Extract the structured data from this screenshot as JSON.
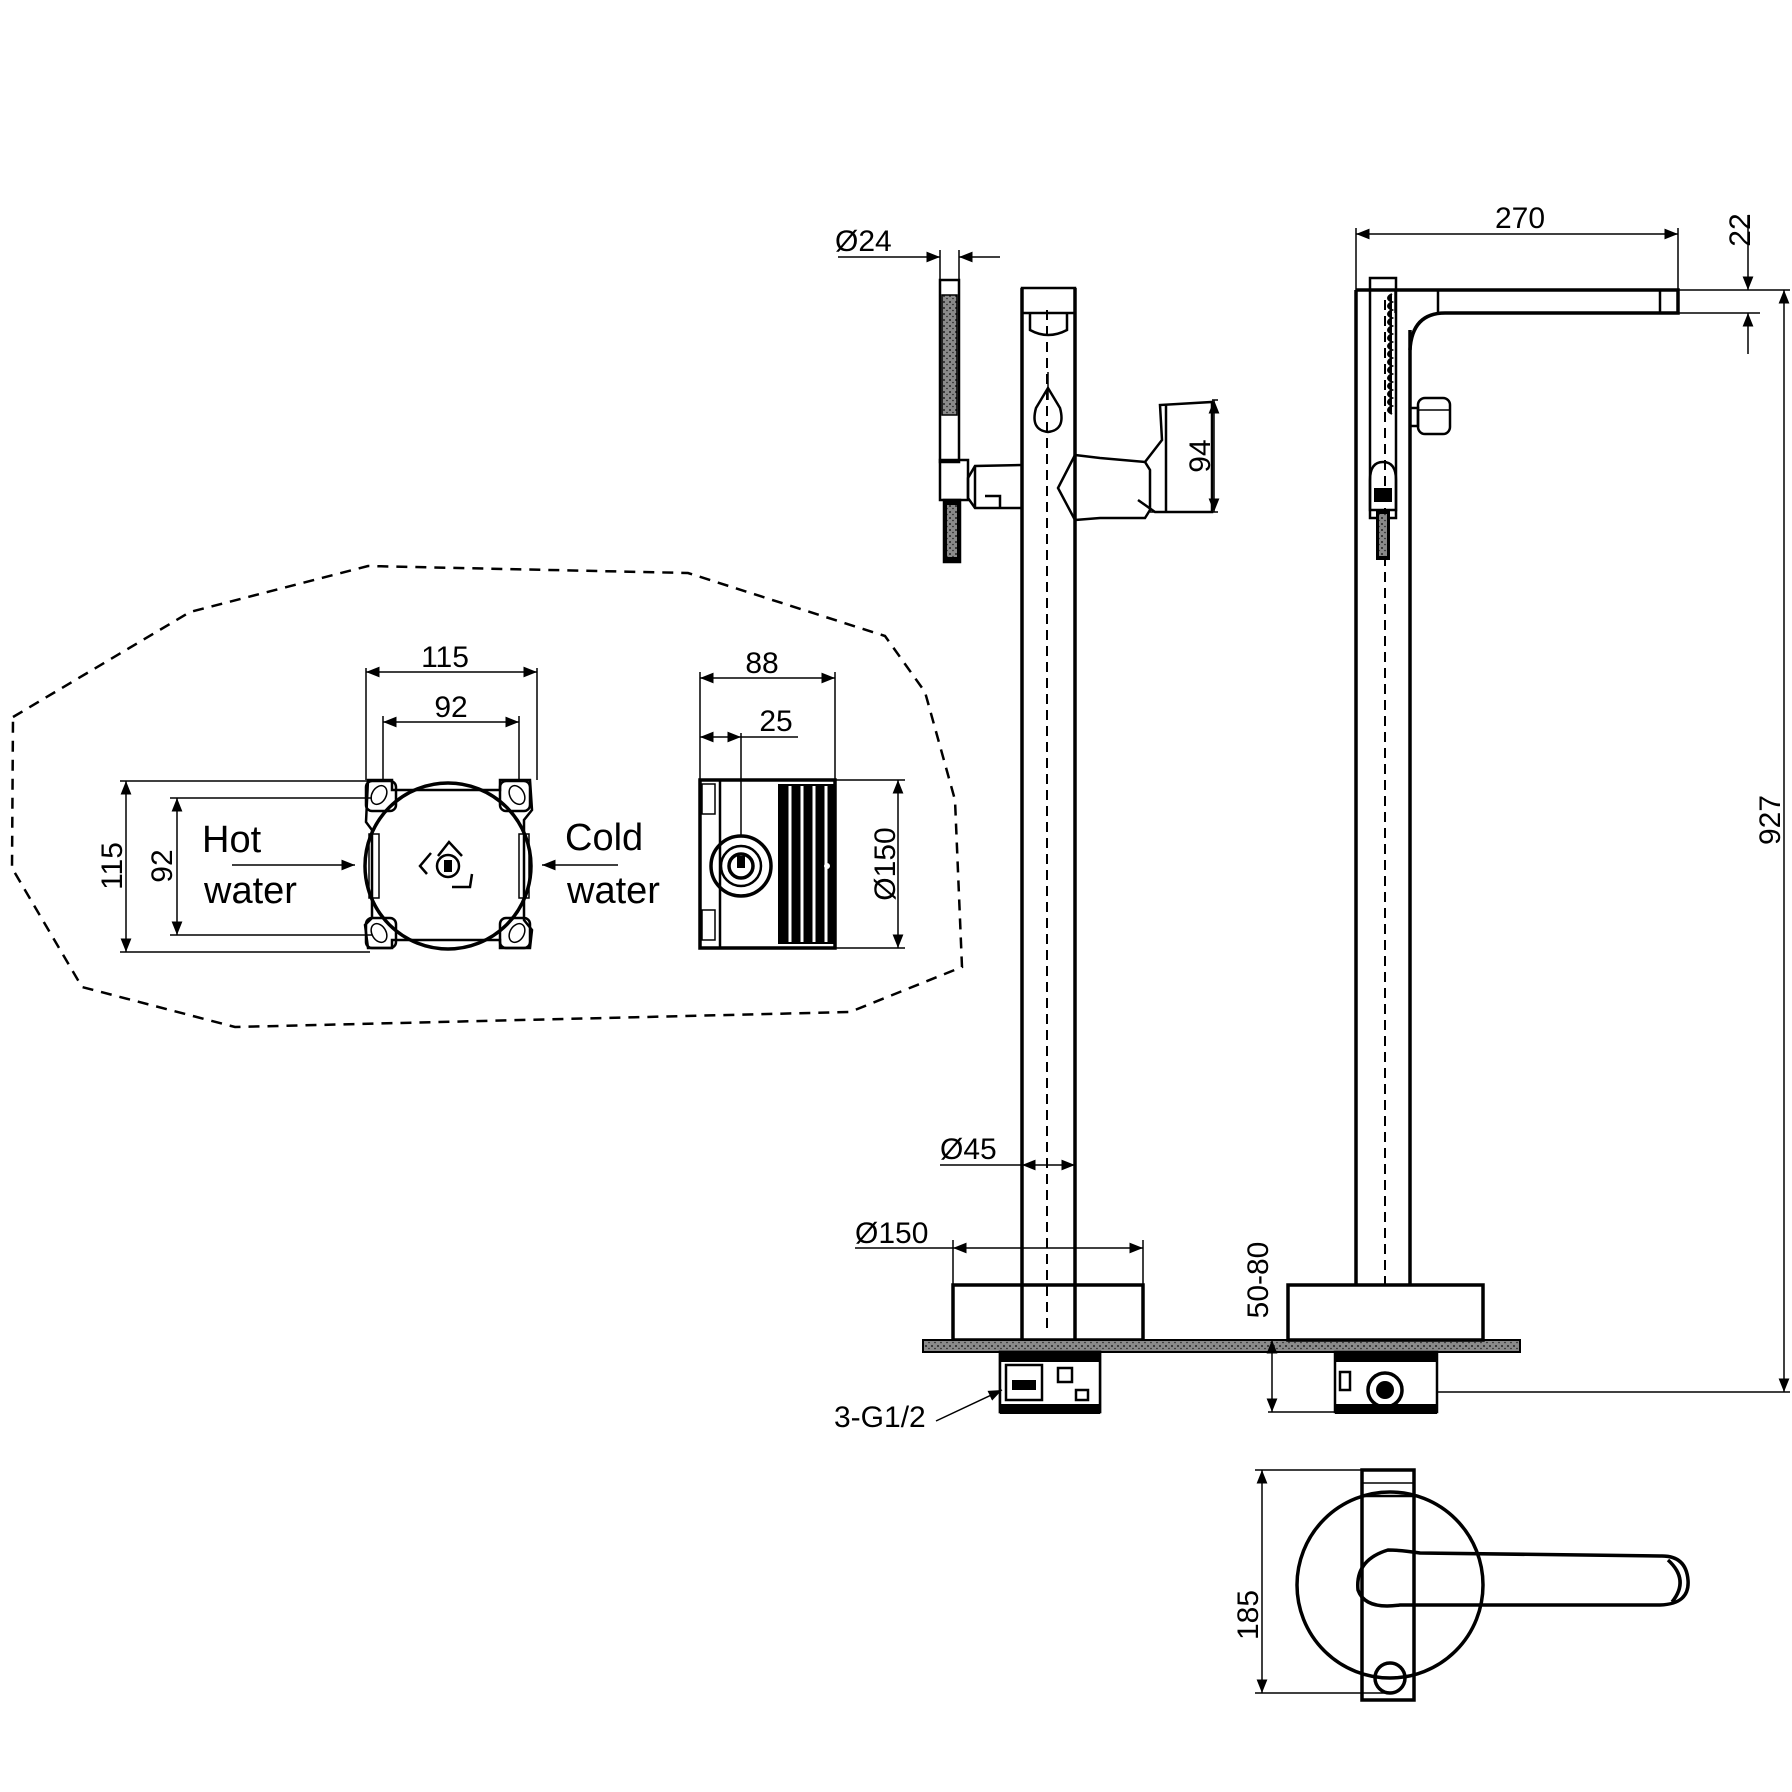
{
  "labels": {
    "hot_line1": "Hot",
    "hot_line2": "water",
    "cold_line1": "Cold",
    "cold_line2": "water",
    "thread": "3-G1/2"
  },
  "dimensions": {
    "box_width": "115",
    "box_inner_width": "92",
    "box_height": "115",
    "box_inner_height": "92",
    "box_depth": "88",
    "box_inlet_offset": "25",
    "box_diameter": "Ø150",
    "hand_shower_dia": "Ø24",
    "holder_height": "94",
    "pipe_dia": "Ø45",
    "base_dia": "Ø150",
    "spout_length": "270",
    "spout_thickness": "22",
    "total_height": "927",
    "base_height": "50-80",
    "top_depth": "185"
  }
}
